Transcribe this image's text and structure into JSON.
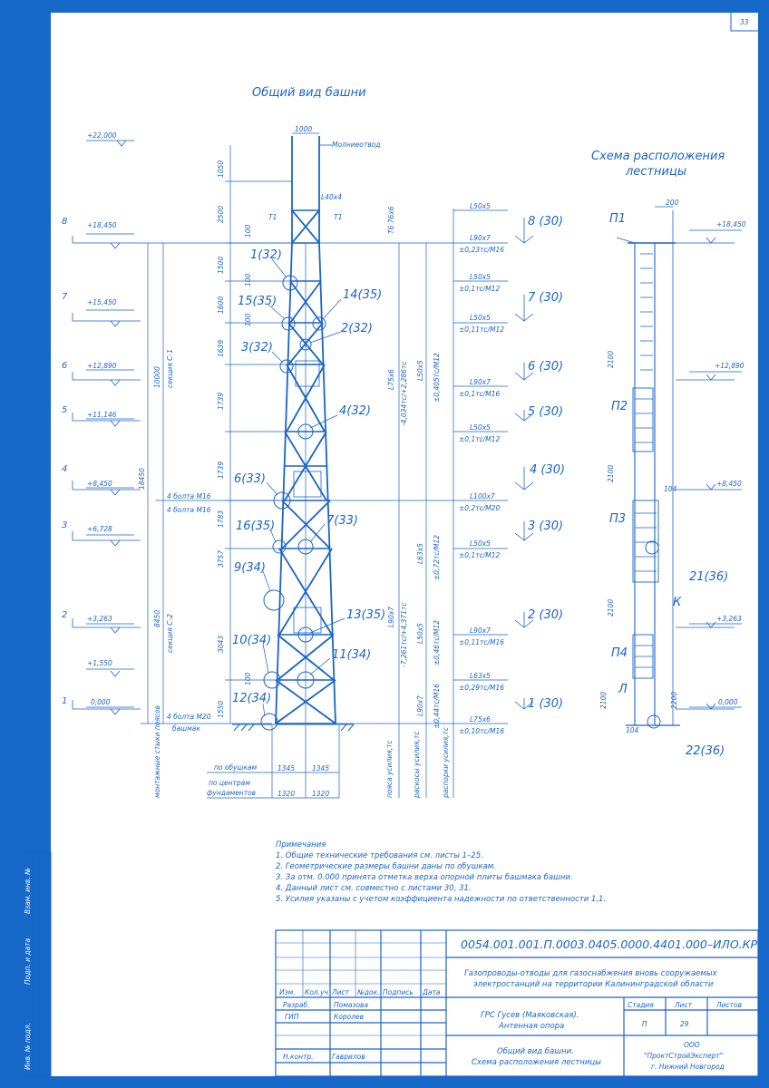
{
  "sheet_number": "33",
  "titles": {
    "general_view": "Общий вид башни",
    "ladder_scheme_1": "Схема расположения",
    "ladder_scheme_2": "лестницы"
  },
  "lightning_rod": "Молниеотвод",
  "top_width": "1000",
  "top_angle": "L40x4",
  "t1_left": "T1",
  "t1_right": "T1",
  "levels": [
    {
      "num": "",
      "elev": "+22,000"
    },
    {
      "num": "8",
      "elev": "+18,450",
      "right": "8 (30)"
    },
    {
      "num": "7",
      "elev": "+15,450",
      "right": "7 (30)"
    },
    {
      "num": "6",
      "elev": "+12,890",
      "right": "6 (30)"
    },
    {
      "num": "5",
      "elev": "+11,146",
      "right": "5 (30)"
    },
    {
      "num": "4",
      "elev": "+8,450",
      "right": "4 (30)"
    },
    {
      "num": "3",
      "elev": "+6,728",
      "right": "3 (30)"
    },
    {
      "num": "2",
      "elev": "+3,263",
      "right": "2 (30)"
    },
    {
      "num": "",
      "elev": "+1,550"
    },
    {
      "num": "1",
      "elev": "0,000",
      "right": "1 (30)"
    }
  ],
  "vertical_dims": [
    "1050",
    "2500",
    "1500",
    "1600",
    "1639",
    "1739",
    "1739",
    "1783",
    "3757",
    "3043",
    "1550",
    "100",
    "100",
    "100",
    "100"
  ],
  "overall_dims": {
    "total": "18450",
    "sec1": "10000",
    "sec1_label": "секция С-1",
    "sec2": "8450",
    "sec2_label": "секция С-2"
  },
  "bolts": [
    "4 болта М16",
    "4 болта М16",
    "4 болта М20",
    "башмак"
  ],
  "callouts": [
    "1(32)",
    "15(35)",
    "14(35)",
    "2(32)",
    "3(32)",
    "4(32)",
    "6(33)",
    "7(33)",
    "16(35)",
    "9(34)",
    "13(35)",
    "10(34)",
    "11(34)",
    "12(34)"
  ],
  "panels": [
    {
      "profile": "L50x5",
      "force": ""
    },
    {
      "profile": "L90x7",
      "force": "±0,23тс/М16"
    },
    {
      "profile": "L50x5",
      "force": "±0,1тс/М12"
    },
    {
      "profile": "L50x5",
      "force": "±0,11тс/М12"
    },
    {
      "profile": "L90x7",
      "force": "±0,1тс/М16"
    },
    {
      "profile": "L50x5",
      "force": "±0,1тс/М12"
    },
    {
      "profile": "L100x7",
      "force": "±0,2тс/М20"
    },
    {
      "profile": "L50x5",
      "force": "±0,1тс/М12"
    },
    {
      "profile": "L90x7",
      "force": "±0,11тс/М16"
    },
    {
      "profile": "L63x5",
      "force": "±0,29тс/М16"
    },
    {
      "profile": "L75x6",
      "force": "±0,10тс/М16"
    }
  ],
  "member_columns": {
    "top_tube": "Т6 76x6",
    "l75": "L75x6",
    "force_upper": "-4,034тс/+2,286тс",
    "l50_upper": "L50x5",
    "force_diag_upper": "±0,405тс/М12",
    "l63": "L63x5",
    "force_l63": "±0,72тс/М12",
    "l90": "L90x7",
    "force_lower": "-7,261тс/+4,371тс",
    "l50_lower": "L50x5",
    "force_diag_lower": "±0,46тс/М12",
    "l90_bottom": "L90x7",
    "force_bottom": "±0,44тс/М16"
  },
  "bottom_labels": {
    "joints": "монтажные стыки поясов",
    "by_chords": "по обушкам",
    "by_foundation_1": "по центрам",
    "by_foundation_2": "фундаментов",
    "w1": "1345",
    "w2": "1345",
    "w3": "1320",
    "w4": "1320",
    "col_belts": "пояса усилия,тс",
    "col_braces": "раскосы усилия,тс",
    "col_struts": "распорки усилия,тс"
  },
  "ladder": {
    "width": "200",
    "elev_top": "+18,450",
    "elev_mid1": "+12,890",
    "elev_mid2": "+8,450",
    "elev_mid3": "+3,263",
    "elev_bottom": "0,000",
    "platforms": [
      "П1",
      "П2",
      "П3",
      "П4",
      "Л",
      "К"
    ],
    "dims": [
      "2100",
      "2100",
      "2100",
      "2100",
      "2200",
      "104",
      "104"
    ],
    "callouts": [
      "21(36)",
      "22(36)"
    ]
  },
  "notes": {
    "title": "Примечания",
    "items": [
      "1. Общие технические требования см. листы 1–25.",
      "2. Геометрические размеры башни даны по обушкам.",
      "3. За отм. 0.000 принята отметка верха опорной плиты башмака башни.",
      "4. Данный лист см. совместно с листами 30, 31.",
      "5. Усилия указаны с учетом коэффициента надежности по ответственности 1,1."
    ]
  },
  "stamp": {
    "code": "0054.001.001.П.0003.0405.0000.4401.000–ИЛО.КР.5",
    "project_1": "Газопроводы-отводы для газоснабжения вновь сооружаемых",
    "project_2": "электростанций на территории Калининградской области",
    "headers": [
      "Изм.",
      "Кол.уч",
      "Лист",
      "№док.",
      "Подпись",
      "Дата"
    ],
    "roles": [
      {
        "role": "Разраб.",
        "name": "Помазова"
      },
      {
        "role": "ГИП",
        "name": "Королев"
      },
      {
        "role": "Н.контр.",
        "name": "Гаврилов"
      }
    ],
    "object_1": "ГРС Гусев (Маяковская).",
    "object_2": "Антенная опора",
    "stage_h": "Стадия",
    "sheet_h": "Лист",
    "sheets_h": "Листов",
    "stage": "П",
    "sheet": "29",
    "sheets": "",
    "drawing_1": "Общий вид башни.",
    "drawing_2": "Схема расположения лестницы",
    "org_1": "ООО",
    "org_2": "\"ПроктСтройЭксперт\"",
    "org_3": "г. Нижний Новгород"
  },
  "side_stamp": [
    "Инв. № подл.",
    "Подп. и дата",
    "Взам. инв. №"
  ]
}
